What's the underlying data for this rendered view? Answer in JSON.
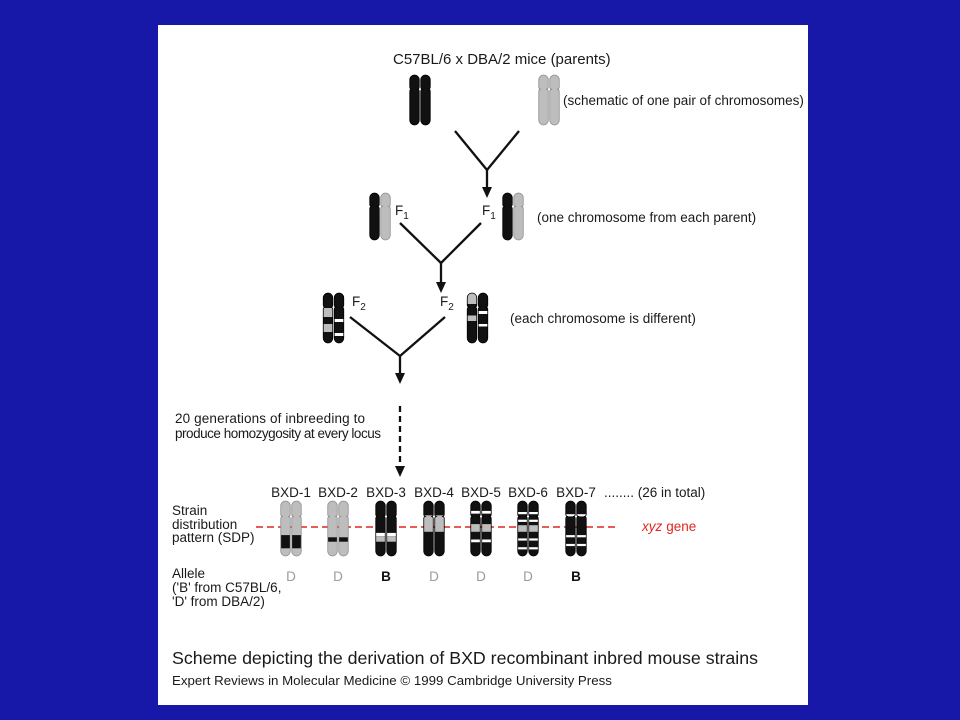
{
  "background_color": "#1818a8",
  "panel_color": "#ffffff",
  "colors": {
    "text": "#1a1a1a",
    "c57bl6": "#111111",
    "dba2": "#bdbdbd",
    "gene": "#e0261e"
  },
  "allele_colors": {
    "B": "#111111",
    "D": "#9a9a9a"
  },
  "parents": {
    "title": "C57BL/6 x DBA/2 mice (parents)",
    "note": "(schematic of one pair of chromosomes)"
  },
  "f1": {
    "label": "F",
    "subscript": "1",
    "note": "(one chromosome from each parent)"
  },
  "f2": {
    "label": "F",
    "subscript": "2",
    "note": "(each chromosome is different)"
  },
  "inbreeding": {
    "line1": "20 generations of inbreeding to",
    "line2": "produce homozygosity at every locus"
  },
  "strains": [
    {
      "name": "BXD-1",
      "allele": "D"
    },
    {
      "name": "BXD-2",
      "allele": "D"
    },
    {
      "name": "BXD-3",
      "allele": "B"
    },
    {
      "name": "BXD-4",
      "allele": "D"
    },
    {
      "name": "BXD-5",
      "allele": "D"
    },
    {
      "name": "BXD-6",
      "allele": "D"
    },
    {
      "name": "BXD-7",
      "allele": "B"
    }
  ],
  "strains_more": "........ (26 in total)",
  "sdp_label": {
    "line1": "Strain",
    "line2": "distribution",
    "line3": "pattern (SDP)"
  },
  "gene_label": {
    "italic": "xyz",
    "text": "gene"
  },
  "allele_label": {
    "line1": "Allele",
    "line2": "('B' from C57BL/6,",
    "line3": "'D' from DBA/2)"
  },
  "caption": {
    "title": "Scheme depicting the derivation of BXD recombinant inbred mouse strains",
    "credit": "Expert Reviews in Molecular Medicine © 1999 Cambridge University Press"
  }
}
